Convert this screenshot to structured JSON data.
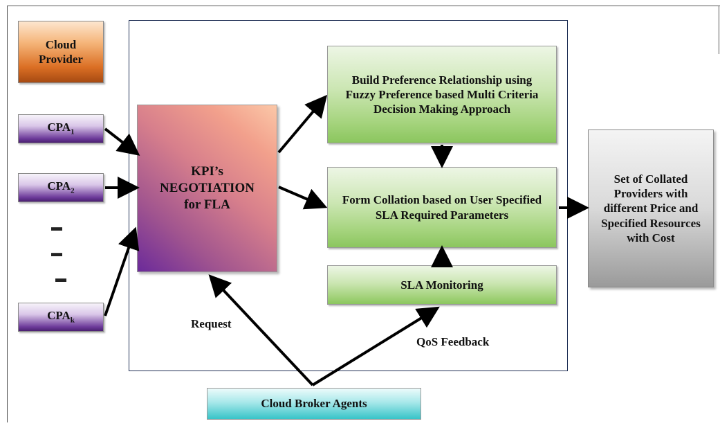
{
  "provider": {
    "label": "Cloud Provider"
  },
  "cpas": [
    {
      "base": "CPA",
      "sub": "1"
    },
    {
      "base": "CPA",
      "sub": "2"
    },
    {
      "base": "CPA",
      "sub": "k"
    }
  ],
  "kpi": {
    "label": "KPI’s NEGOTIATION for FLA"
  },
  "build": {
    "label": "Build Preference Relationship using Fuzzy Preference based Multi Criteria Decision Making Approach"
  },
  "collation": {
    "label": "Form Collation based on User Specified SLA Required Parameters"
  },
  "monitor": {
    "label": "SLA Monitoring"
  },
  "result": {
    "label": "Set of Collated Providers with different Price and Specified Resources with Cost"
  },
  "broker": {
    "label": "Cloud Broker Agents"
  },
  "edges": {
    "request": "Request",
    "qos": "QoS Feedback"
  },
  "colors": {
    "arrow": "#000000",
    "frame": "#1f2f55"
  }
}
